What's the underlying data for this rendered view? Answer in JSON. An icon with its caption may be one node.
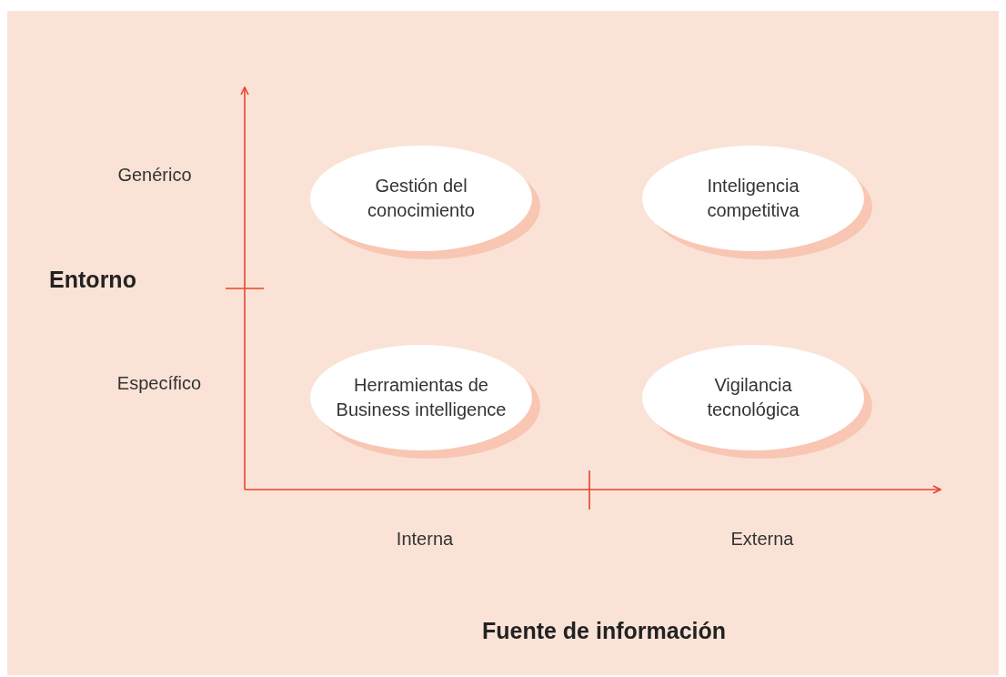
{
  "diagram": {
    "nodes": [
      {
        "text": [
          "Gestión del conocimiento"
        ]
      },
      {
        "text": [
          "Inteligencia competitiva"
        ]
      },
      {
        "text": [
          "Herramientas de Business intelligence"
        ]
      },
      {
        "text": [
          "Vigilancia tecnológica"
        ]
      }
    ],
    "labels": [
      "Genérico",
      "Entorno",
      "Específico",
      "Interna",
      "Externa",
      "Fuente de información"
    ]
  }
}
